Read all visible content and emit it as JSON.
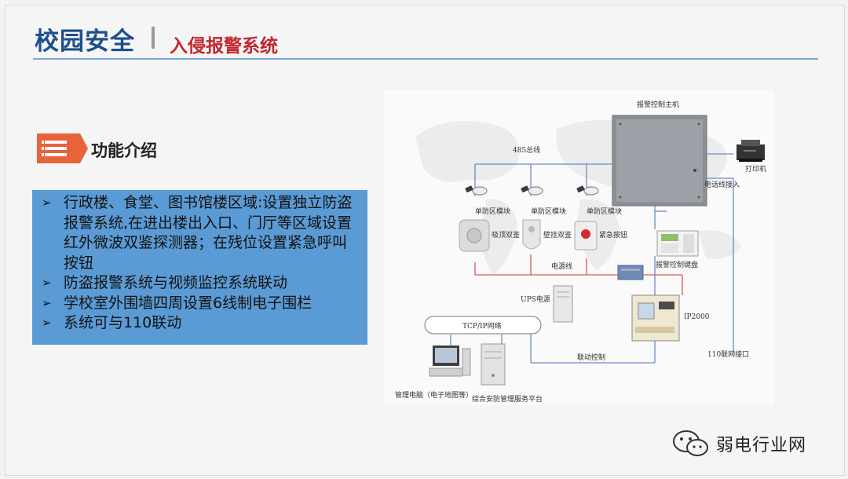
{
  "header": {
    "title": "校园安全",
    "subtitle": "入侵报警系统"
  },
  "section": {
    "title": "功能介绍"
  },
  "bullets": [
    "行政楼、食堂、图书馆楼区域:设置独立防盗报警系统,在进出楼出入口、门厅等区域设置红外微波双鉴探测器；在残位设置紧急呼叫按钮",
    "防盗报警系统与视频监控系统联动",
    "学校室外围墙四周设置6线制电子围栏",
    "系统可与110联动"
  ],
  "bullet_marker": "➢",
  "diagram": {
    "host_label": "报警控制主机",
    "bus_label": "485总线",
    "printer_label": "打印机",
    "phone_label": "电话线接入",
    "zone1": "单防区模块",
    "zone2": "单防区模块",
    "zone3": "单防区模块",
    "det1": "吸顶双鉴",
    "det2": "壁挂双鉴",
    "det3": "紧急按钮",
    "keypad_label": "报警控制键盘",
    "power_label": "电源线",
    "ups_label": "UPS电源",
    "ip_label": "IP2000",
    "net_label": "TCP/IP网络",
    "link_label": "联动控制",
    "port_label": "110联网接口",
    "pc_label": "管理电脑（电子地图等）",
    "server_label": "综合安防管理服务平台"
  },
  "watermark": {
    "text": "弱电行业网",
    "icon": "wechat-icon"
  }
}
